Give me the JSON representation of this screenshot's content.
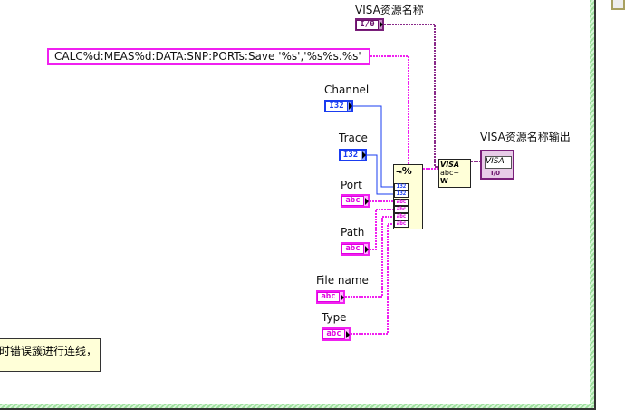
{
  "visa_in": {
    "label": "VISA资源名称",
    "type": "I/0"
  },
  "command_constant": "CALC%d:MEAS%d:DATA:SNP:PORTs:Save '%s','%s%s.%s'",
  "controls": [
    {
      "label": "Channel",
      "type": "I32"
    },
    {
      "label": "Trace",
      "type": "I32"
    },
    {
      "label": "Port",
      "type": "abc"
    },
    {
      "label": "Path",
      "type": "abc"
    },
    {
      "label": "File name",
      "type": "abc"
    },
    {
      "label": "Type",
      "type": "abc"
    }
  ],
  "format_node": {
    "icon": "format-into-string-icon",
    "glyph": "%",
    "terminals": [
      "I32",
      "I32",
      "abc",
      "abc",
      "abc",
      "abc"
    ]
  },
  "visa_write": {
    "icon": "visa-write-icon",
    "line1": "VISA",
    "line2": "abc~",
    "line3": "W"
  },
  "visa_out": {
    "label": "VISA资源名称输出",
    "value": "VISA",
    "type": "I/0"
  },
  "comment": "时错误簇进行连线，",
  "colors": {
    "string_wire": "#f020f0",
    "int_wire": "#1a3cf0",
    "visa_wire": "#8a2a8a",
    "frame": "#9fe09f"
  }
}
